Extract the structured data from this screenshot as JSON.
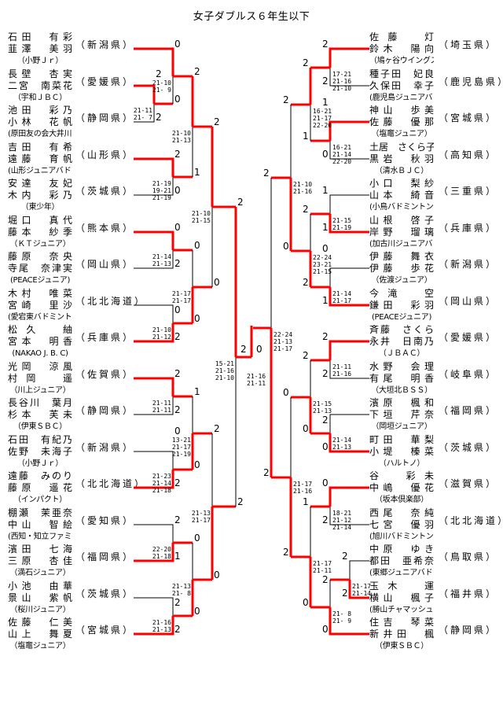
{
  "title": "女子ダブルス６年生以下",
  "colors": {
    "winner_line": "#ff0000",
    "loser_line": "#000000"
  },
  "left_entries": [
    {
      "p1": "石田　有彩",
      "p2": "韮澤　美羽",
      "club": "（小野Ｊｒ）",
      "pref": "（新潟県）"
    },
    {
      "p1": "長壁　杏実",
      "p2": "二宮　南菜花",
      "club": "（宇和ＪＢＣ）",
      "pref": "（愛媛県）"
    },
    {
      "p1": "池田　彩乃",
      "p2": "小林　花帆",
      "club": "(原田友の会大井川Ｊｒ)",
      "pref": "（静岡県）"
    },
    {
      "p1": "吉田　有希",
      "p2": "遠藤　育帆",
      "club": "(山形ジュニアバドミントンスポーツ少年団)",
      "pref": "（山形県）"
    },
    {
      "p1": "安達　友妃",
      "p2": "木内　彩乃",
      "club": "（東少年）",
      "pref": "（茨城県）"
    },
    {
      "p1": "堀口　真代",
      "p2": "藤本　紗季",
      "club": "（ＫＴジュニア）",
      "pref": "（熊本県）"
    },
    {
      "p1": "藤原　奈央",
      "p2": "寺尾　奈津実",
      "club": "(PEACEジュニア)",
      "pref": "（岡山県）"
    },
    {
      "p1": "木村　唯菜",
      "p2": "宮崎　里沙",
      "club": "(愛宕東バドミントン少年団)",
      "pref": "（北北海道）"
    },
    {
      "p1": "松久　紬",
      "p2": "宮本　明香",
      "club": "(NAKAO J. B. C)",
      "pref": "（兵庫県）"
    },
    {
      "p1": "光岡　涼風",
      "p2": "村岡　遥",
      "club": "（川上ジュニア）",
      "pref": "（佐賀県）"
    },
    {
      "p1": "長谷川　葉月",
      "p2": "杉本　芙未",
      "club": "（伊東ＳＢＣ）",
      "pref": "（静岡県）"
    },
    {
      "p1": "石田　有紀乃",
      "p2": "佐野　未海子",
      "club": "（小野Ｊｒ）",
      "pref": "（新潟県）"
    },
    {
      "p1": "遠藤　みのり",
      "p2": "藤原　遥花",
      "club": "（インパクト）",
      "pref": "（北北海道）"
    },
    {
      "p1": "棚瀬　茉亜奈",
      "p2": "中山　智絵",
      "club": "(西知・知立ファミリーバドミントンクラブ)",
      "pref": "（愛知県）"
    },
    {
      "p1": "濱田　七海",
      "p2": "三原　杏佳",
      "club": "（満石ジュニア）",
      "pref": "（福岡県）"
    },
    {
      "p1": "小池　由華",
      "p2": "景山　紫帆",
      "club": "（桜川ジュニア）",
      "pref": "（茨城県）"
    },
    {
      "p1": "佐藤　仁美",
      "p2": "山上　舞夏",
      "club": "（塩竈ジュニア）",
      "pref": "（宮城県）"
    }
  ],
  "right_entries": [
    {
      "p1": "佐藤　灯",
      "p2": "鈴木　陽向",
      "club": "（鳩ヶ谷ウイングス）",
      "pref": "（埼玉県）"
    },
    {
      "p1": "種子田　妃良",
      "p2": "久保田　幸子",
      "club": "(鹿児島ジュニアバドミントンスクール)",
      "pref": "（鹿児島県）"
    },
    {
      "p1": "神山　歩美",
      "p2": "佐藤　優那",
      "club": "（塩竈ジュニア）",
      "pref": "（宮城県）"
    },
    {
      "p1": "土居　さくら子",
      "p2": "黒岩　秋羽",
      "club": "（清水ＢＪＣ）",
      "pref": "（高知県）"
    },
    {
      "p1": "小口　梨紗",
      "p2": "山本　綺音",
      "club": "(小鳥バドミントンスポーツ少年団)",
      "pref": "（三重県）"
    },
    {
      "p1": "山根　啓子",
      "p2": "岸野　瑠璃",
      "club": "(加古川ジュニアバドミントンクラブ)",
      "pref": "（兵庫県）"
    },
    {
      "p1": "伊藤　舞衣",
      "p2": "伊藤　歩花",
      "club": "（佐渡ジュニア）",
      "pref": "（新潟県）"
    },
    {
      "p1": "今滝　空",
      "p2": "鎌田　彩羽",
      "club": "(PEACEジュニア)",
      "pref": "（岡山県）"
    },
    {
      "p1": "斉藤　さくら",
      "p2": "永井　日南乃",
      "club": "（ＪＢＡＣ）",
      "pref": "（愛媛県）"
    },
    {
      "p1": "水野　会理",
      "p2": "有尾　明香",
      "club": "（大垣北ＢＳＳ）",
      "pref": "（岐阜県）"
    },
    {
      "p1": "濱原　楓和",
      "p2": "下垣　芹奈",
      "club": "（岡垣ジュニア）",
      "pref": "（福岡県）"
    },
    {
      "p1": "町田　華梨",
      "p2": "小堤　榛菜",
      "club": "（ハルトノ）",
      "pref": "（茨城県）"
    },
    {
      "p1": "谷　彩未",
      "p2": "中嶋　優花",
      "club": "（坂本倶楽部）",
      "pref": "（滋賀県）"
    },
    {
      "p1": "西尾　奈純",
      "p2": "七宮　優羽",
      "club": "(旭川バドミントンジュニア・クラブ)",
      "pref": "（北北海道）"
    },
    {
      "p1": "中原　ゆき",
      "p2": "都田　亜希奈",
      "club": "(東郷ジュニアバドミントンクラブ)",
      "pref": "（鳥取県）"
    },
    {
      "p1": "玉木　運",
      "p2": "横山　楓子",
      "club": "(勝山チャマッシュジュニア)",
      "pref": "（福井県）"
    },
    {
      "p1": "住吉　琴菜",
      "p2": "新井田　楓",
      "club": "（伊東ＳＢＣ）",
      "pref": "（静岡県）"
    }
  ],
  "game_wins": {
    "L": [
      "2",
      "2",
      "0",
      "0",
      "2",
      "0",
      "2",
      "1",
      "0",
      "2",
      "0",
      "2",
      "0",
      "0",
      "2",
      "0",
      "2",
      "2",
      "0",
      "2",
      "1",
      "0",
      "2",
      "1",
      "2",
      "2",
      "0",
      "0",
      "2",
      "0",
      "2",
      "2",
      "1"
    ],
    "R": [
      "2",
      "2",
      "1",
      "0",
      "2",
      "1",
      "1",
      "1",
      "0",
      "1",
      "2",
      "2",
      "2",
      "0",
      "2",
      "2",
      "2",
      "0",
      "2",
      "0",
      "0",
      "2",
      "2",
      "2",
      "2",
      "0",
      "1",
      "0",
      "0",
      "2",
      "2",
      "2"
    ],
    "F": [
      "2",
      "0"
    ]
  },
  "scores": {
    "l1": "21-10\n21- 9",
    "l2": "21-11\n21- 7",
    "l3": "21-10\n21-13",
    "l4": "21-19\n19-21\n21-19",
    "l5": "21-10\n21-15",
    "l6": "21-14\n21-13",
    "l7": "21-17\n21-17",
    "l8": "21-10\n21-12",
    "l9": "15-21\n21-16\n21-10",
    "l10": "21-11\n21-11",
    "l11": "13-21\n21-17\n21-19",
    "l12": "21-23\n21-14\n21-18",
    "l13": "21-13\n21-17",
    "l14": "22-20\n21-18",
    "l15": "21-13\n21- 8",
    "l16": "21-16\n21-13",
    "f": "21-16\n21-11",
    "r1": "17-21\n21-16\n21-10",
    "r2": "16-21\n21-17\n22-20",
    "r3": "16-21\n21-14\n22-20",
    "r4": "21-10\n21-16",
    "r5": "21-15\n21-19",
    "r6": "22-24\n23-21\n21-15",
    "r7": "21-14\n21-17",
    "r8": "22-24\n21-13\n21-17",
    "r9": "21-11\n21-16",
    "r10": "21-15\n21-13",
    "r11": "21-14\n21-13",
    "r12": "21-17\n21-16",
    "r13": "18-21\n21-12\n21-14",
    "r14": "21-17\n21-11",
    "r15": "21-17\n21-14",
    "r16": "21- 8\n21- 9"
  }
}
